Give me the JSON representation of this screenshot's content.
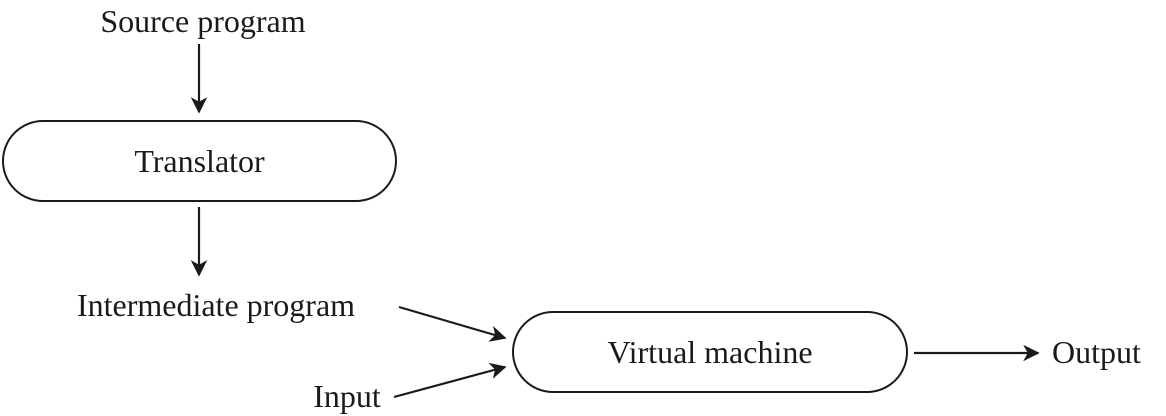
{
  "diagram": {
    "title": "Translator and virtual machine flow diagram",
    "colors": {
      "background": "#ffffff",
      "ink": "#1a1a1a"
    },
    "nodes": {
      "source_program": {
        "label": "Source program",
        "shape": "text"
      },
      "translator": {
        "label": "Translator",
        "shape": "pill"
      },
      "intermediate_program": {
        "label": "Intermediate program",
        "shape": "text"
      },
      "input": {
        "label": "Input",
        "shape": "text"
      },
      "virtual_machine": {
        "label": "Virtual machine",
        "shape": "pill"
      },
      "output": {
        "label": "Output",
        "shape": "text"
      }
    },
    "edges": [
      {
        "from": "source_program",
        "to": "translator"
      },
      {
        "from": "translator",
        "to": "intermediate_program"
      },
      {
        "from": "intermediate_program",
        "to": "virtual_machine"
      },
      {
        "from": "input",
        "to": "virtual_machine"
      },
      {
        "from": "virtual_machine",
        "to": "output"
      }
    ]
  }
}
